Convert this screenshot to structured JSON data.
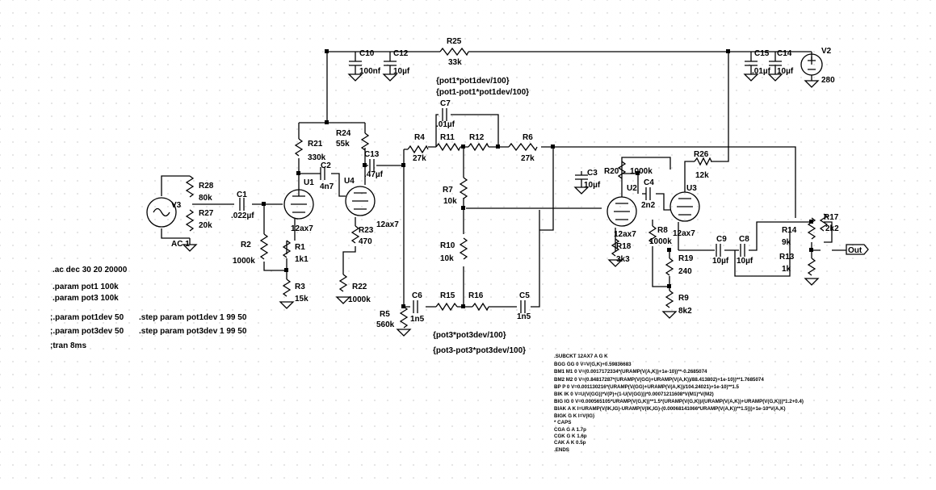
{
  "components": [
    {
      "ref": "C10",
      "value": "100nf"
    },
    {
      "ref": "C12",
      "value": "10µf"
    },
    {
      "ref": "R25",
      "value": "33k"
    },
    {
      "ref": "C15",
      "value": ".01µf"
    },
    {
      "ref": "C14",
      "value": "10µf"
    },
    {
      "ref": "V2",
      "value": "280"
    },
    {
      "ref": "C7",
      "value": ".01µf"
    },
    {
      "ref": "R21",
      "value": "330k"
    },
    {
      "ref": "R24",
      "value": "55k"
    },
    {
      "ref": "C13",
      "value": ".47µf"
    },
    {
      "ref": "R4",
      "value": "27k"
    },
    {
      "ref": "R11",
      "value": ""
    },
    {
      "ref": "R12",
      "value": ""
    },
    {
      "ref": "R6",
      "value": "27k"
    },
    {
      "ref": "R26",
      "value": "12k"
    },
    {
      "ref": "C3",
      "value": "10µf"
    },
    {
      "ref": "R20",
      "value": "1000k"
    },
    {
      "ref": "C4",
      "value": "2n2"
    },
    {
      "ref": "C2",
      "value": "4n7"
    },
    {
      "ref": "R28",
      "value": "80k"
    },
    {
      "ref": "R27",
      "value": "20k"
    },
    {
      "ref": "V3",
      "value": "AC 1"
    },
    {
      "ref": "C1",
      "value": ".022µf"
    },
    {
      "ref": "U1",
      "value": "12ax7"
    },
    {
      "ref": "U4",
      "value": "12ax7"
    },
    {
      "ref": "U2",
      "value": "12ax7"
    },
    {
      "ref": "U3",
      "value": "12ax7"
    },
    {
      "ref": "R7",
      "value": "10k"
    },
    {
      "ref": "R10",
      "value": "10k"
    },
    {
      "ref": "R2",
      "value": "1000k"
    },
    {
      "ref": "R1",
      "value": "1k1"
    },
    {
      "ref": "R3",
      "value": "15k"
    },
    {
      "ref": "R23",
      "value": "470"
    },
    {
      "ref": "R22",
      "value": "1000k"
    },
    {
      "ref": "R5",
      "value": "560k"
    },
    {
      "ref": "C6",
      "value": "1n5"
    },
    {
      "ref": "R15",
      "value": ""
    },
    {
      "ref": "R16",
      "value": ""
    },
    {
      "ref": "C5",
      "value": "1n5"
    },
    {
      "ref": "R18",
      "value": "3k3"
    },
    {
      "ref": "R8",
      "value": "1000k"
    },
    {
      "ref": "R19",
      "value": "240"
    },
    {
      "ref": "R9",
      "value": "8k2"
    },
    {
      "ref": "C9",
      "value": "10µf"
    },
    {
      "ref": "C8",
      "value": "10µf"
    },
    {
      "ref": "R14",
      "value": "9k"
    },
    {
      "ref": "R17",
      "value": "2k2"
    },
    {
      "ref": "R13",
      "value": "1k"
    }
  ],
  "expressions": {
    "pot1_a": "{pot1*pot1dev/100}",
    "pot1_b": "{pot1-pot1*pot1dev/100}",
    "pot3_a": "{pot3*pot3dev/100}",
    "pot3_b": "{pot3-pot3*pot3dev/100}"
  },
  "net_label": "Out",
  "directives": [
    ".ac dec 30 20 20000",
    ".param pot1 100k",
    ".param pot3 100k",
    ";.param pot1dev 50",
    ".step param pot1dev 1 99 50",
    ";.param pot3dev 50",
    ".step param pot3dev 1 99 50",
    ";tran 8ms"
  ],
  "subckt": [
    ".SUBCKT 12AX7 A G K",
    "BGG   GG   0 V=V(G,K)+0.59836683",
    "BM1   M1   0 V=(0.0017172334*(URAMP(V(A,K))+1e-10))**-0.2685074",
    "BM2   M2   0 V=(0.84817287*(URAMP(V(GG)+URAMP(V(A,K))/88.413802)+1e-10))**1.7685074",
    "BP    P    0 V=0.001130216*(URAMP(V(GG)+URAMP(V(A,K))/104.24021)+1e-10)**1.5",
    "BIK   IK   0 V=U(V(GG))*V(P)+(1-U(V(GG)))*0.00071211608*V(M1)*V(M2)",
    "BIG   IG   0 V=0.000565105*URAMP(V(G,K))**1.5*(URAMP(V(G,K))/(URAMP(V(A,K))+URAMP(V(G,K)))*1.2+0.4)",
    "BIAK  A    K I=URAMP(V(IK,IG)-URAMP(V(IK,IG)-(0.00068141066*URAMP(V(A,K))**1.5)))+1e-10*V(A,K)",
    "BIGK  G    K I=V(IG)",
    "* CAPS",
    "CGA   G    A 1.7p",
    "CGK   G    K 1.6p",
    "CAK   A    K 0.5p",
    ".ENDS"
  ]
}
